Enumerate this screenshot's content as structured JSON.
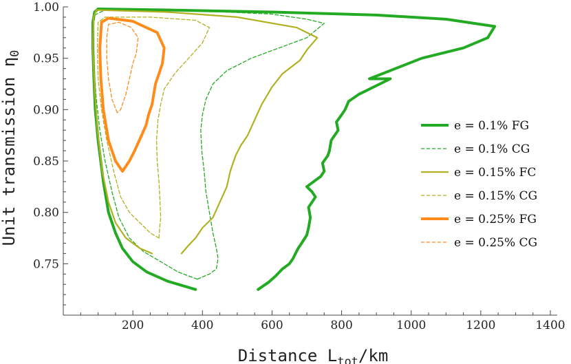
{
  "chart_data": {
    "type": "line",
    "title": "",
    "xlabel": "Distance L",
    "xlabel_sub": "tot",
    "xlabel_unit": "/km",
    "ylabel": "Unit transmission η",
    "ylabel_sub": "0",
    "xlim": [
      0,
      1400
    ],
    "ylim": [
      0.7,
      1.0
    ],
    "x_ticks": [
      200,
      400,
      600,
      800,
      1000,
      1200,
      1400
    ],
    "y_ticks": [
      0.75,
      0.8,
      0.85,
      0.9,
      0.95,
      1.0
    ],
    "x_tick_labels": [
      "200",
      "400",
      "600",
      "800",
      "1000",
      "1200",
      "1400"
    ],
    "y_tick_labels": [
      "0.75",
      "0.80",
      "0.85",
      "0.90",
      "0.95",
      "1.00"
    ],
    "grid": false,
    "legend_position": "right",
    "series": [
      {
        "name": "e = 0.1% FG",
        "color": "#22aa22",
        "style": "solid",
        "width": 4,
        "points": [
          [
            380,
            0.725
          ],
          [
            300,
            0.733
          ],
          [
            240,
            0.742
          ],
          [
            200,
            0.752
          ],
          [
            170,
            0.765
          ],
          [
            150,
            0.78
          ],
          [
            130,
            0.8
          ],
          [
            115,
            0.83
          ],
          [
            100,
            0.87
          ],
          [
            92,
            0.9
          ],
          [
            88,
            0.93
          ],
          [
            85,
            0.96
          ],
          [
            85,
            0.985
          ],
          [
            90,
            0.995
          ],
          [
            100,
            0.998
          ],
          [
            300,
            0.997
          ],
          [
            600,
            0.995
          ],
          [
            900,
            0.992
          ],
          [
            1100,
            0.988
          ],
          [
            1240,
            0.981
          ],
          [
            1220,
            0.97
          ],
          [
            1150,
            0.96
          ],
          [
            1030,
            0.95
          ],
          [
            880,
            0.93
          ],
          [
            940,
            0.93
          ],
          [
            850,
            0.915
          ],
          [
            820,
            0.908
          ],
          [
            810,
            0.9
          ],
          [
            800,
            0.895
          ],
          [
            785,
            0.888
          ],
          [
            790,
            0.88
          ],
          [
            770,
            0.87
          ],
          [
            765,
            0.86
          ],
          [
            760,
            0.855
          ],
          [
            745,
            0.848
          ],
          [
            750,
            0.84
          ],
          [
            740,
            0.835
          ],
          [
            700,
            0.825
          ],
          [
            715,
            0.82
          ],
          [
            725,
            0.815
          ],
          [
            705,
            0.805
          ],
          [
            710,
            0.795
          ],
          [
            705,
            0.785
          ],
          [
            700,
            0.778
          ],
          [
            685,
            0.77
          ],
          [
            675,
            0.765
          ],
          [
            660,
            0.755
          ],
          [
            650,
            0.75
          ],
          [
            630,
            0.745
          ],
          [
            610,
            0.738
          ],
          [
            590,
            0.732
          ],
          [
            560,
            0.725
          ]
        ]
      },
      {
        "name": "e = 0.1% CG",
        "color": "#22aa22",
        "style": "dashed",
        "width": 1.3,
        "points": [
          [
            385,
            0.735
          ],
          [
            330,
            0.742
          ],
          [
            280,
            0.752
          ],
          [
            230,
            0.762
          ],
          [
            190,
            0.775
          ],
          [
            160,
            0.795
          ],
          [
            140,
            0.82
          ],
          [
            120,
            0.85
          ],
          [
            105,
            0.88
          ],
          [
            95,
            0.91
          ],
          [
            88,
            0.94
          ],
          [
            85,
            0.97
          ],
          [
            90,
            0.992
          ],
          [
            120,
            0.997
          ],
          [
            400,
            0.996
          ],
          [
            600,
            0.993
          ],
          [
            700,
            0.988
          ],
          [
            750,
            0.984
          ],
          [
            700,
            0.97
          ],
          [
            620,
            0.96
          ],
          [
            540,
            0.95
          ],
          [
            470,
            0.938
          ],
          [
            430,
            0.925
          ],
          [
            410,
            0.91
          ],
          [
            400,
            0.895
          ],
          [
            395,
            0.88
          ],
          [
            398,
            0.86
          ],
          [
            405,
            0.84
          ],
          [
            410,
            0.82
          ],
          [
            420,
            0.8
          ],
          [
            430,
            0.78
          ],
          [
            440,
            0.765
          ],
          [
            445,
            0.755
          ],
          [
            440,
            0.745
          ],
          [
            420,
            0.74
          ],
          [
            385,
            0.735
          ]
        ]
      },
      {
        "name": "e = 0.15% FC",
        "color": "#b0b020",
        "style": "solid",
        "width": 2.2,
        "points": [
          [
            255,
            0.76
          ],
          [
            220,
            0.765
          ],
          [
            180,
            0.775
          ],
          [
            150,
            0.79
          ],
          [
            130,
            0.81
          ],
          [
            112,
            0.84
          ],
          [
            98,
            0.88
          ],
          [
            90,
            0.92
          ],
          [
            85,
            0.96
          ],
          [
            87,
            0.99
          ],
          [
            95,
            0.997
          ],
          [
            300,
            0.995
          ],
          [
            500,
            0.99
          ],
          [
            670,
            0.98
          ],
          [
            730,
            0.97
          ],
          [
            700,
            0.958
          ],
          [
            680,
            0.948
          ],
          [
            630,
            0.935
          ],
          [
            600,
            0.922
          ],
          [
            570,
            0.905
          ],
          [
            550,
            0.89
          ],
          [
            530,
            0.875
          ],
          [
            510,
            0.865
          ],
          [
            495,
            0.855
          ],
          [
            480,
            0.84
          ],
          [
            470,
            0.825
          ],
          [
            450,
            0.81
          ],
          [
            430,
            0.795
          ],
          [
            400,
            0.785
          ],
          [
            380,
            0.775
          ],
          [
            360,
            0.768
          ],
          [
            340,
            0.76
          ]
        ]
      },
      {
        "name": "e = 0.15% CG",
        "color": "#b0b020",
        "style": "dashed",
        "width": 1.3,
        "points": [
          [
            275,
            0.775
          ],
          [
            250,
            0.78
          ],
          [
            220,
            0.79
          ],
          [
            190,
            0.8
          ],
          [
            165,
            0.815
          ],
          [
            145,
            0.84
          ],
          [
            125,
            0.87
          ],
          [
            110,
            0.9
          ],
          [
            100,
            0.93
          ],
          [
            98,
            0.96
          ],
          [
            100,
            0.985
          ],
          [
            120,
            0.99
          ],
          [
            250,
            0.99
          ],
          [
            380,
            0.987
          ],
          [
            420,
            0.98
          ],
          [
            400,
            0.965
          ],
          [
            360,
            0.95
          ],
          [
            320,
            0.935
          ],
          [
            290,
            0.92
          ],
          [
            280,
            0.905
          ],
          [
            272,
            0.89
          ],
          [
            268,
            0.87
          ],
          [
            270,
            0.85
          ],
          [
            275,
            0.83
          ],
          [
            278,
            0.81
          ],
          [
            280,
            0.795
          ],
          [
            277,
            0.785
          ],
          [
            275,
            0.775
          ]
        ]
      },
      {
        "name": "e = 0.25% FG",
        "color": "#ff8c1a",
        "style": "solid",
        "width": 4,
        "points": [
          [
            170,
            0.84
          ],
          [
            150,
            0.85
          ],
          [
            130,
            0.87
          ],
          [
            115,
            0.9
          ],
          [
            108,
            0.93
          ],
          [
            105,
            0.96
          ],
          [
            110,
            0.985
          ],
          [
            130,
            0.989
          ],
          [
            200,
            0.986
          ],
          [
            270,
            0.975
          ],
          [
            290,
            0.96
          ],
          [
            285,
            0.945
          ],
          [
            275,
            0.935
          ],
          [
            265,
            0.925
          ],
          [
            260,
            0.915
          ],
          [
            255,
            0.905
          ],
          [
            245,
            0.895
          ],
          [
            238,
            0.885
          ],
          [
            225,
            0.875
          ],
          [
            205,
            0.86
          ],
          [
            190,
            0.85
          ],
          [
            170,
            0.84
          ]
        ]
      },
      {
        "name": "e = 0.25% CG",
        "color": "#ff8c1a",
        "style": "dashed",
        "width": 1.3,
        "points": [
          [
            155,
            0.897
          ],
          [
            140,
            0.91
          ],
          [
            130,
            0.93
          ],
          [
            125,
            0.95
          ],
          [
            125,
            0.97
          ],
          [
            130,
            0.983
          ],
          [
            160,
            0.985
          ],
          [
            195,
            0.98
          ],
          [
            215,
            0.97
          ],
          [
            210,
            0.955
          ],
          [
            200,
            0.945
          ],
          [
            190,
            0.93
          ],
          [
            180,
            0.915
          ],
          [
            165,
            0.9
          ],
          [
            155,
            0.897
          ]
        ]
      }
    ]
  }
}
